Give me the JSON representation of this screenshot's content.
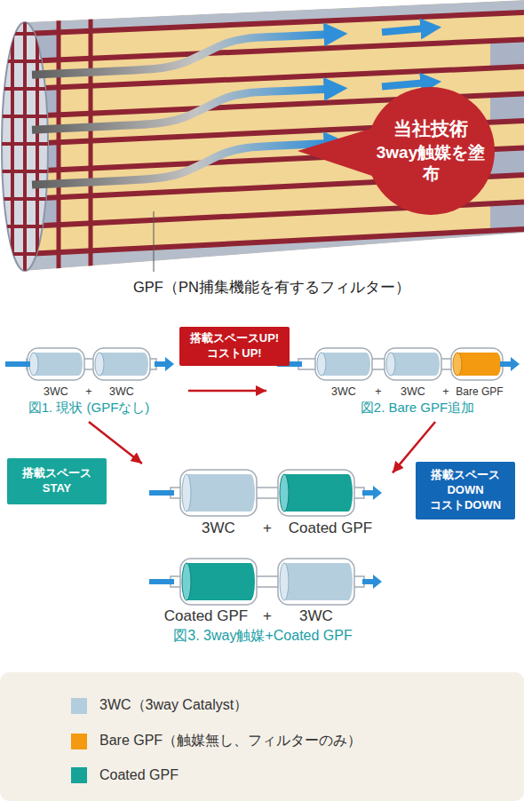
{
  "diagram": {
    "nodes": [
      {
        "text": [
          "当社技術",
          "3way触媒を塗布"
        ]
      },
      {
        "text": [
          "3WC",
          "+",
          "3WC",
          "図1. 現状 (GPFなし)"
        ]
      },
      {
        "text": [
          "搭載スペースUP! コストUP!"
        ]
      },
      {
        "text": [
          "3WC",
          "+",
          "3WC",
          "+",
          "Bare GPF",
          "図2. Bare GPF追加"
        ]
      },
      {
        "text": [
          "搭載スペース STAY"
        ]
      },
      {
        "text": [
          "3WC",
          "+",
          "Coated GPF",
          "Coated GPF",
          "+",
          "3WC",
          "図3. 3way触媒+Coated GPF"
        ]
      },
      {
        "text": [
          "搭載スペース DOWN コストDOWN"
        ]
      }
    ],
    "edges": [
      {
        "from": 1,
        "to": 3,
        "arrow": "to"
      },
      {
        "from": 1,
        "to": 5,
        "arrow": "to"
      },
      {
        "from": 3,
        "to": 5,
        "arrow": "to"
      }
    ],
    "labels": [
      "GPF（PN捕集機能を有するフィルター）"
    ],
    "legend": [
      {
        "text": "3WC（3way Catalyst）",
        "color": "#b3cddc"
      },
      {
        "text": "Bare GPF（触媒無し、フィルターのみ）",
        "color": "#f39a10"
      },
      {
        "text": "Coated GPF",
        "color": "#17a398"
      }
    ]
  }
}
